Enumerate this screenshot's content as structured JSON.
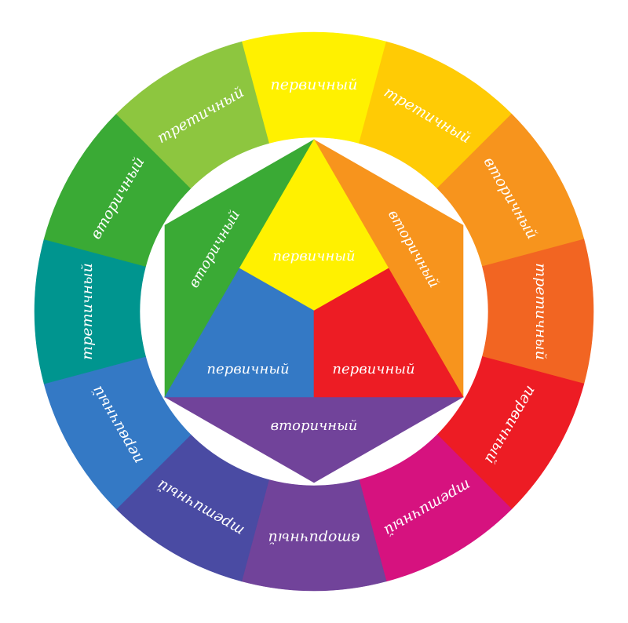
{
  "wheel": {
    "segments": [
      {
        "label": "первичный",
        "color": "#FFF100",
        "text_color": "#E2006B"
      },
      {
        "label": "третичный",
        "color": "#FFCB05",
        "text_color": "#ffffff"
      },
      {
        "label": "вторичный",
        "color": "#F7941D",
        "text_color": "#ffffff"
      },
      {
        "label": "третичный",
        "color": "#F26522",
        "text_color": "#ffffff"
      },
      {
        "label": "первичный",
        "color": "#ED1C24",
        "text_color": "#ffffff"
      },
      {
        "label": "третичный",
        "color": "#D6127F",
        "text_color": "#ffffff"
      },
      {
        "label": "вторичный",
        "color": "#71439A",
        "text_color": "#ffffff"
      },
      {
        "label": "третичный",
        "color": "#4A4BA3",
        "text_color": "#ffffff"
      },
      {
        "label": "первичный",
        "color": "#3479C5",
        "text_color": "#ffffff"
      },
      {
        "label": "третичный",
        "color": "#00958F",
        "text_color": "#ffffff"
      },
      {
        "label": "вторичный",
        "color": "#3AAA35",
        "text_color": "#ffffff"
      },
      {
        "label": "третичный",
        "color": "#8DC63F",
        "text_color": "#ffffff"
      }
    ]
  },
  "hexagon": {
    "primary_yellow": {
      "label": "первичный",
      "color": "#FFF100",
      "text_color": "#E2006B"
    },
    "primary_blue": {
      "label": "первичный",
      "color": "#3479C5",
      "text_color": "#ffffff"
    },
    "primary_red": {
      "label": "первичный",
      "color": "#ED1C24",
      "text_color": "#ffffff"
    },
    "secondary_green": {
      "label": "вторичный",
      "color": "#3AAA35",
      "text_color": "#ffffff"
    },
    "secondary_orange": {
      "label": "вторичный",
      "color": "#F7941D",
      "text_color": "#ffffff"
    },
    "secondary_purple": {
      "label": "вторичный",
      "color": "#71439A",
      "text_color": "#ffffff"
    }
  }
}
